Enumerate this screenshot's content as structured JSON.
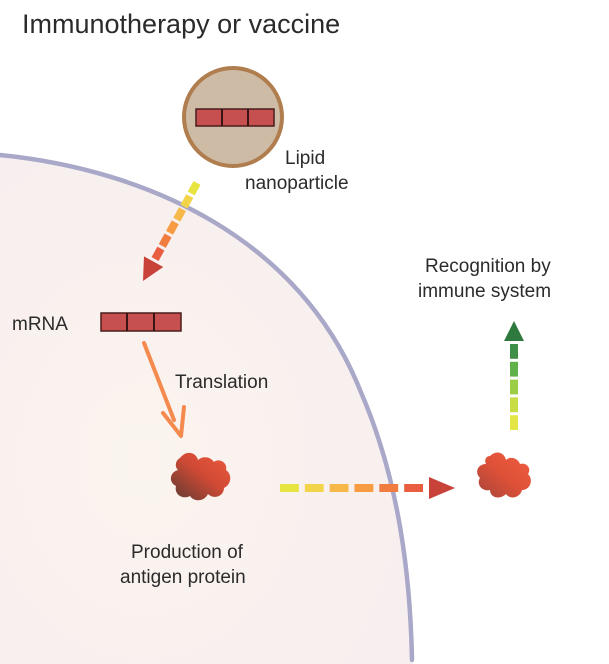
{
  "title": "Immunotherapy or vaccine",
  "labels": {
    "lipid_nanoparticle": [
      "Lipid",
      "nanoparticle"
    ],
    "mrna": "mRNA",
    "translation": "Translation",
    "production": [
      "Production of",
      "antigen protein"
    ],
    "recognition": [
      "Recognition by",
      "immune system"
    ]
  },
  "icons": {
    "nanoparticle": "lipid-nanoparticle-icon",
    "mrna_strand": "mrna-strand-icon",
    "antigen": "antigen-protein-icon"
  },
  "colors": {
    "cell_fill": "#f8efec",
    "membrane": "#a9a8c8",
    "particle_fill": "#cdbba6",
    "particle_border": "#b07d4e",
    "mrna_fill": "#c6504f",
    "mrna_border": "#4a1c1c",
    "translation_arrow": "#f58a4f",
    "antigen_light": "#e8533a",
    "antigen_dark": "#6a3a30",
    "gradient_warm": [
      "#e7e33f",
      "#f3d347",
      "#f7b84a",
      "#f79c43",
      "#f07c3f",
      "#e95d40",
      "#c8423a"
    ],
    "gradient_green": [
      "#e4e546",
      "#c8dc44",
      "#9bcd45",
      "#5fb24a",
      "#3f8f48",
      "#2e7a3e"
    ]
  }
}
